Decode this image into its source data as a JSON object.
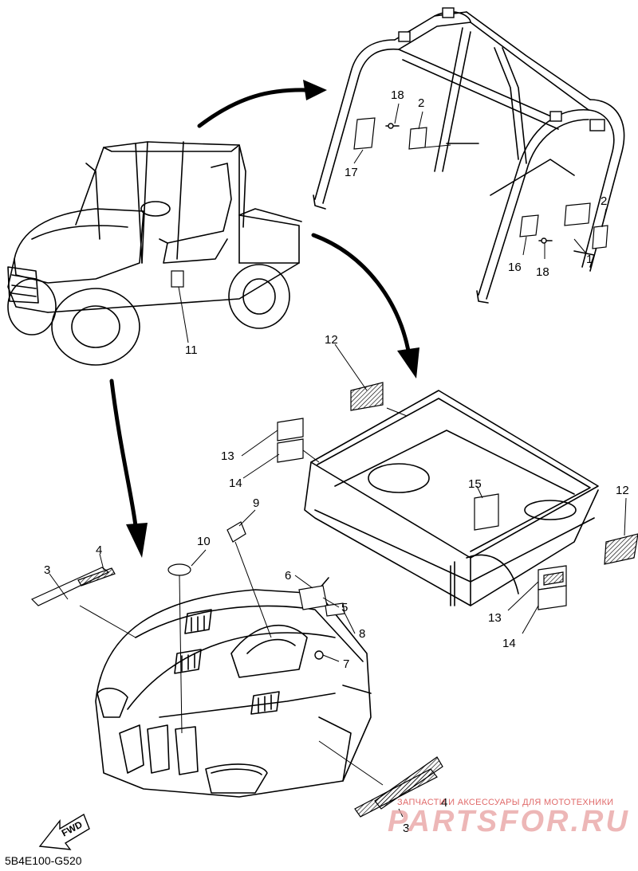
{
  "diagram_code": "5B4E100-G520",
  "fwd_badge": "FWD",
  "watermark": {
    "tagline": "ЗАПЧАСТИ И АКСЕССУАРЫ ДЛЯ МОТОТЕХНИКИ",
    "brand": "PARTSFOR.RU"
  },
  "callouts": {
    "c1": "1",
    "c2a": "2",
    "c2b": "2",
    "c3a": "3",
    "c3b": "3",
    "c4a": "4",
    "c4b": "4",
    "c5": "5",
    "c6": "6",
    "c7": "7",
    "c8": "8",
    "c9": "9",
    "c10": "10",
    "c11": "11",
    "c12a": "12",
    "c12b": "12",
    "c13a": "13",
    "c13b": "13",
    "c14a": "14",
    "c14b": "14",
    "c15": "15",
    "c16": "16",
    "c17": "17",
    "c18a": "18",
    "c18b": "18"
  }
}
